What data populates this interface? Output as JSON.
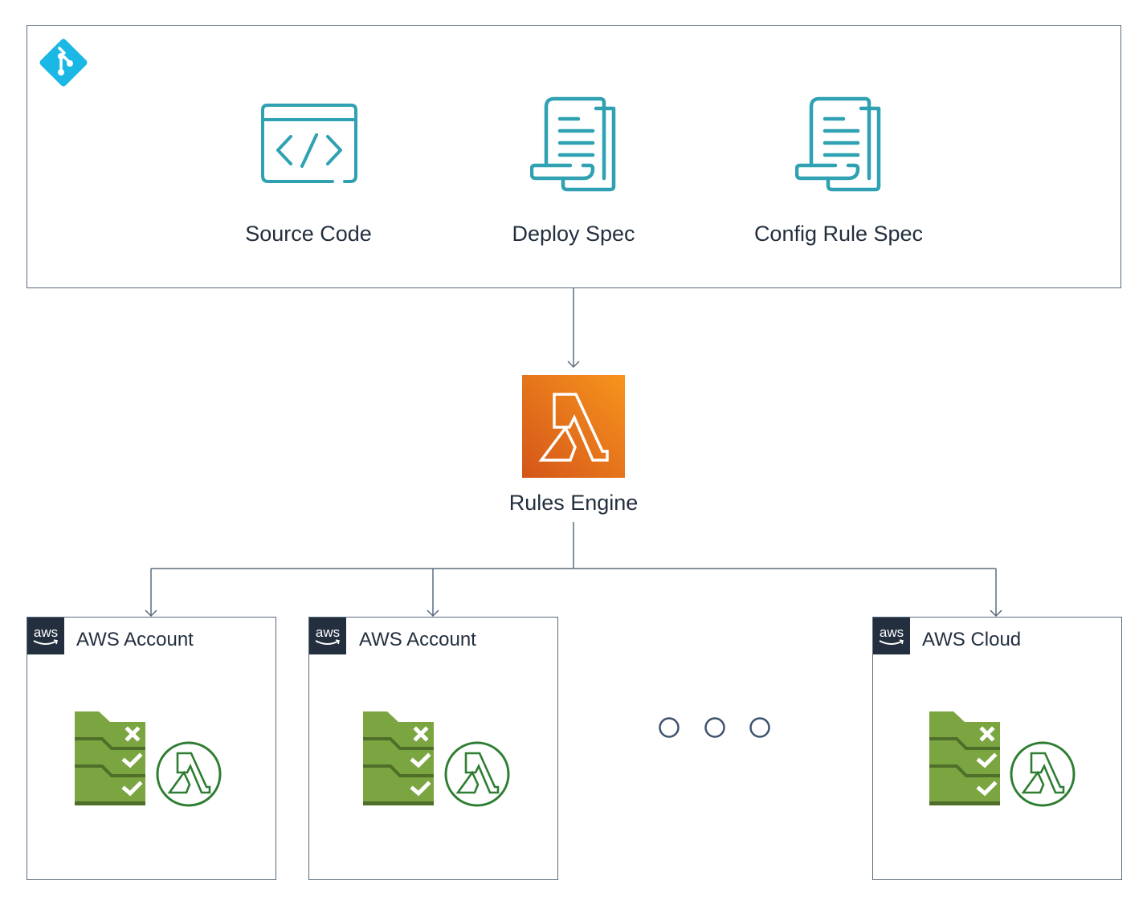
{
  "repository": {
    "icon": "git-icon",
    "items": [
      {
        "label": "Source Code",
        "icon": "code-window-icon"
      },
      {
        "label": "Deploy Spec",
        "icon": "document-icon"
      },
      {
        "label": "Config Rule Spec",
        "icon": "document-icon"
      }
    ]
  },
  "engine": {
    "label": "Rules Engine",
    "icon": "lambda-icon",
    "colors": {
      "from": "#f7941d",
      "to": "#d4561a"
    }
  },
  "targets": [
    {
      "badge": "aws",
      "label": "AWS Account",
      "icons": [
        "config-rules-icon",
        "lambda-function-icon"
      ]
    },
    {
      "badge": "aws",
      "label": "AWS Account",
      "icons": [
        "config-rules-icon",
        "lambda-function-icon"
      ]
    },
    {
      "badge": "aws",
      "label": "AWS Cloud",
      "icons": [
        "config-rules-icon",
        "lambda-function-icon"
      ]
    }
  ],
  "ellipsis": {
    "count": 3,
    "icon": "more-circles-icon"
  },
  "colors": {
    "teal": "#2fa1b3",
    "git": "#1bb7e5",
    "green": "#7aa540",
    "green_dark": "#4f6e2a",
    "lambda_green": "#2e7d32",
    "line": "#5a6b7e",
    "aws_dark": "#232f3e"
  }
}
